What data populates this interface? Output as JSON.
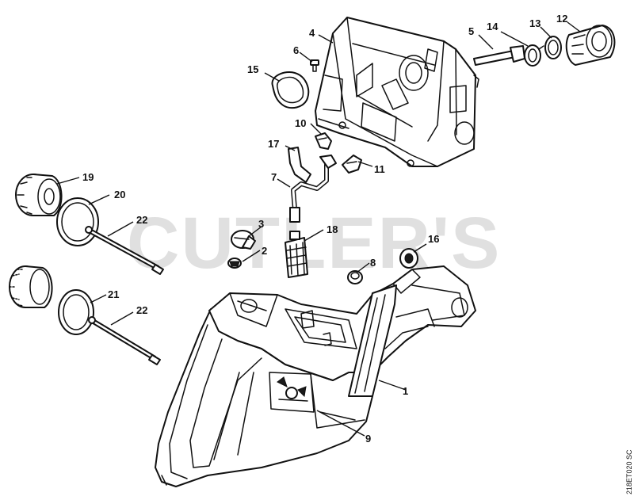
{
  "watermark": "CUTLER'S",
  "reference_code": "218ET020 SC",
  "callouts": {
    "c1": "1",
    "c2": "2",
    "c3": "3",
    "c4": "4",
    "c5": "5",
    "c6": "6",
    "c7": "7",
    "c8": "8",
    "c9": "9",
    "c10": "10",
    "c11": "11",
    "c12": "12",
    "c13": "13",
    "c14": "14",
    "c15": "15",
    "c16": "16",
    "c17": "17",
    "c18": "18",
    "c19": "19",
    "c20": "20",
    "c21": "21",
    "c22a": "22",
    "c22b": "22"
  }
}
